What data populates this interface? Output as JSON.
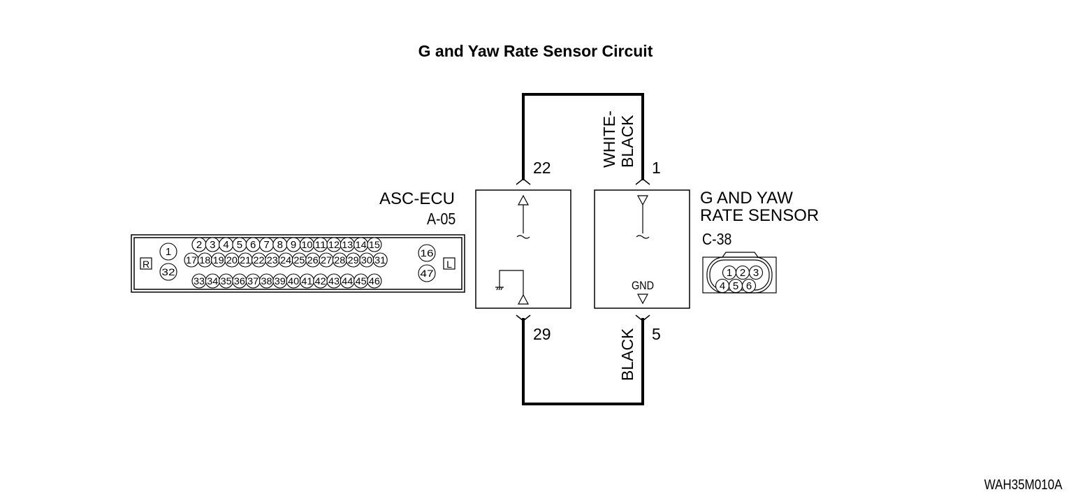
{
  "title": "G and Yaw Rate Sensor Circuit",
  "drawing_code": "WAH35M010A",
  "ecu": {
    "name": "ASC-ECU",
    "connector": "A-05",
    "side_left_label": "R",
    "side_right_label": "L",
    "pins_row1": [
      "2",
      "3",
      "4",
      "5",
      "6",
      "7",
      "8",
      "9",
      "10",
      "11",
      "12",
      "13",
      "14",
      "15"
    ],
    "pins_row2": [
      "17",
      "18",
      "19",
      "20",
      "21",
      "22",
      "23",
      "24",
      "25",
      "26",
      "27",
      "28",
      "29",
      "30",
      "31"
    ],
    "pins_row3": [
      "33",
      "34",
      "35",
      "36",
      "37",
      "38",
      "39",
      "40",
      "41",
      "42",
      "43",
      "44",
      "45",
      "46"
    ],
    "pins_left": [
      "1",
      "32"
    ],
    "pins_right": [
      "16",
      "47"
    ]
  },
  "sensor": {
    "name_line1": "G AND YAW",
    "name_line2": "RATE SENSOR",
    "connector": "C-38",
    "pins_top": [
      "1",
      "2",
      "3"
    ],
    "pins_bottom": [
      "4",
      "5",
      "6"
    ],
    "gnd_label": "GND"
  },
  "wires": {
    "top": {
      "ecu_pin": "22",
      "sensor_pin": "1",
      "color_line1": "WHITE-",
      "color_line2": "BLACK"
    },
    "bottom": {
      "ecu_pin": "29",
      "sensor_pin": "5",
      "color": "BLACK"
    }
  }
}
